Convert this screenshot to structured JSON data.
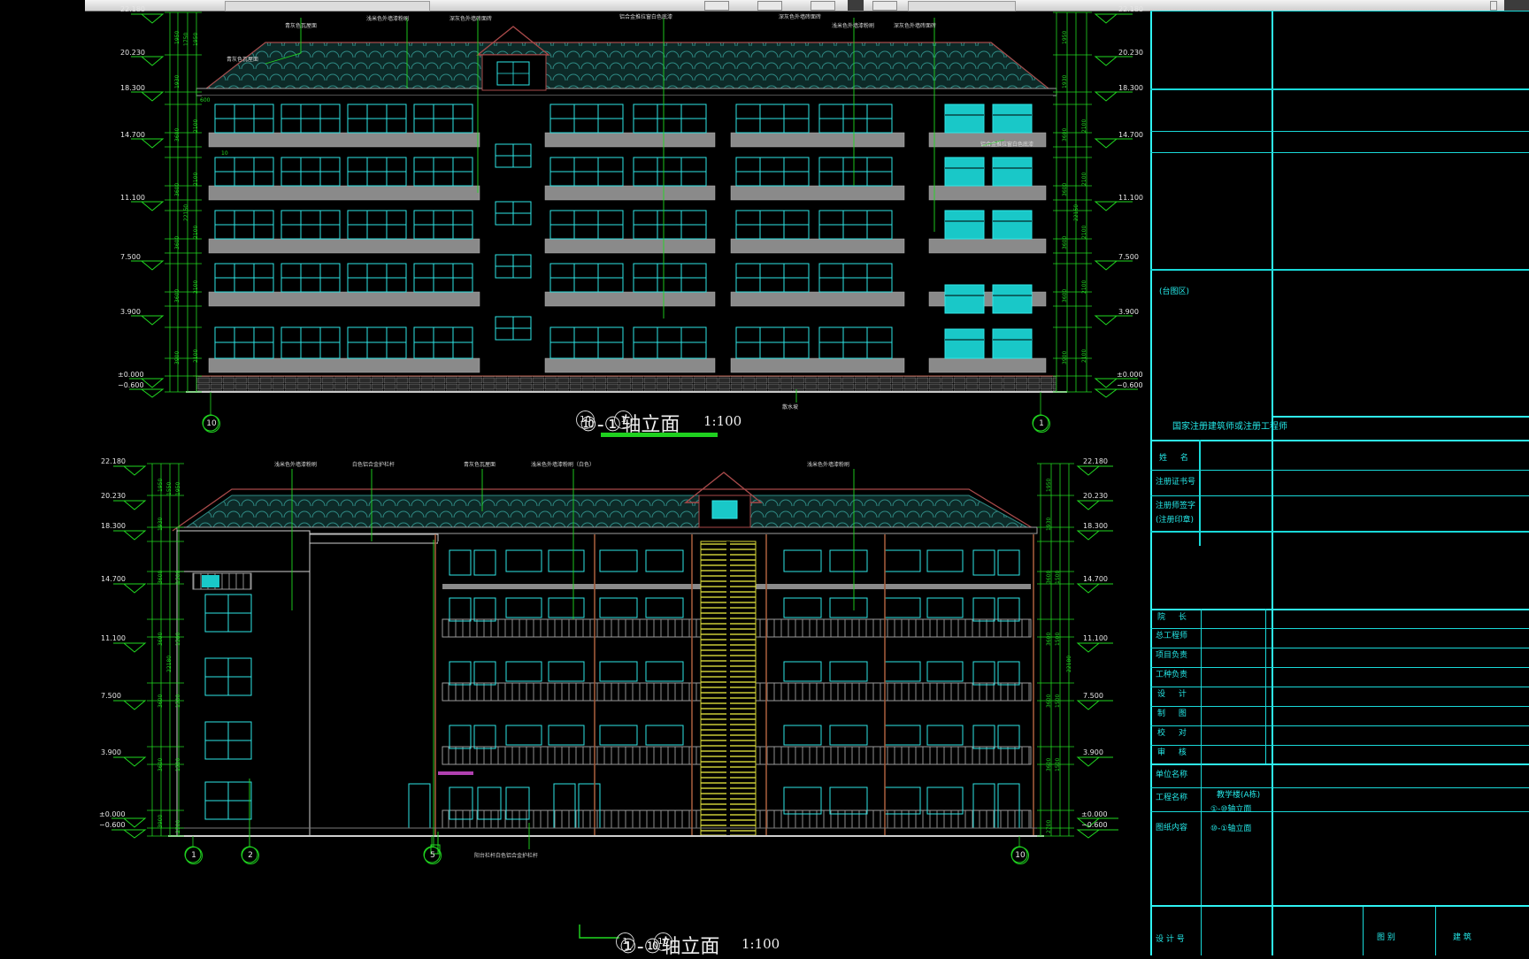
{
  "app": {
    "title": "AutoCAD — Architectural Elevation Drawing",
    "toolbar_visible": true
  },
  "colors": {
    "background": "#000000",
    "green_dim": "#21d921",
    "cyan_window": "#2ee6e6",
    "gray_wall": "#8a8a8a",
    "white_text": "#e6e6e6",
    "roof_red": "#a84a4a",
    "yellow_stair": "#d8d83a",
    "brick": "#9a9a9a"
  },
  "drawings": [
    {
      "id": "elev-top",
      "title": "⑩-①轴立面",
      "scale": "1:100",
      "axis_left": "10",
      "axis_right": "1",
      "levels": [
        {
          "value": "22.180",
          "label": "22.180"
        },
        {
          "value": "20.230",
          "label": "20.230"
        },
        {
          "value": "18.300",
          "label": "18.300"
        },
        {
          "value": "14.700",
          "label": "14.700"
        },
        {
          "value": "11.100",
          "label": "11.100"
        },
        {
          "value": "7.500",
          "label": "7.500"
        },
        {
          "value": "3.900",
          "label": "3.900"
        },
        {
          "value": "0.000",
          "label": "±0.000"
        },
        {
          "value": "-0.600",
          "label": "−0.600"
        }
      ],
      "dim_chain_outer": [
        "1950",
        "1930",
        "3600",
        "3600",
        "3600",
        "3600",
        "3900",
        "600"
      ],
      "dim_chain_inner": [
        "1750",
        "600",
        "1950",
        "600",
        "2100",
        "900",
        "600",
        "2100",
        "900",
        "600",
        "2100",
        "900",
        "600",
        "2100",
        "900",
        "600",
        "2100",
        "900",
        "600"
      ],
      "total_height": "22150",
      "annotations": [
        "青灰色瓦屋面",
        "浅米色外墙漆粉刷",
        "深灰色外墙砖面砖",
        "铝合金推拉窗白色底漆",
        "深灰色外墙砖面砖",
        "浅米色外墙漆粉刷",
        "深灰色外墙砖面砖",
        "散水坡"
      ]
    },
    {
      "id": "elev-bottom",
      "title": "①-⑩轴立面",
      "scale": "1:100",
      "axis_left": "1",
      "axis_right": "10",
      "axis_marks": [
        "1",
        "2",
        "5",
        "10"
      ],
      "levels": [
        {
          "value": "22.180",
          "label": "22.180"
        },
        {
          "value": "20.230",
          "label": "20.230"
        },
        {
          "value": "18.300",
          "label": "18.300"
        },
        {
          "value": "14.700",
          "label": "14.700"
        },
        {
          "value": "11.100",
          "label": "11.100"
        },
        {
          "value": "7.500",
          "label": "7.500"
        },
        {
          "value": "3.900",
          "label": "3.900"
        },
        {
          "value": "0.000",
          "label": "±0.000"
        },
        {
          "value": "-0.600",
          "label": "−0.600"
        }
      ],
      "dim_chain_outer": [
        "1950",
        "1930",
        "3600",
        "3600",
        "3600",
        "3600",
        "3900",
        "2700"
      ],
      "dim_chain_inner": [
        "1550",
        "600",
        "1950",
        "1500",
        "900",
        "1200",
        "1500",
        "900",
        "1200",
        "1500",
        "900",
        "1200",
        "1500",
        "900",
        "1200",
        "2700"
      ],
      "total_height": "22180",
      "annotations": [
        "浅米色外墙漆粉刷",
        "白色铝合金护栏杆",
        "青灰色瓦屋面",
        "浅米色外墙漆粉刷（白色）",
        "浅米色外墙漆粉刷",
        "阳台栏杆白色铝合金护栏杆"
      ]
    }
  ],
  "title_block": {
    "header": "国家注册建筑师或注册工程师",
    "side_note": "(台图区)",
    "registry_rows": [
      {
        "label": "姓    名",
        "value": ""
      },
      {
        "label": "注册证书号",
        "value": ""
      },
      {
        "label": "注册师签字",
        "value": ""
      },
      {
        "label": "(注册印章)",
        "value": ""
      }
    ],
    "signature_rows": [
      {
        "label": "院    长",
        "value": "",
        "value2": ""
      },
      {
        "label": "总工程师",
        "value": "",
        "value2": ""
      },
      {
        "label": "项目负责",
        "value": "",
        "value2": ""
      },
      {
        "label": "工种负责",
        "value": "",
        "value2": ""
      },
      {
        "label": "设    计",
        "value": "",
        "value2": ""
      },
      {
        "label": "制    图",
        "value": "",
        "value2": ""
      },
      {
        "label": "校    对",
        "value": "",
        "value2": ""
      },
      {
        "label": "审    核",
        "value": "",
        "value2": ""
      }
    ],
    "project_rows": [
      {
        "label": "单位名称",
        "value": ""
      },
      {
        "label": "工程名称",
        "value": "教学楼(A栋)"
      }
    ],
    "content_label": "图纸内容",
    "content_items": [
      "①-⑩轴立面",
      "⑩-①轴立面"
    ],
    "footer": [
      {
        "label": "设 计 号",
        "value": ""
      },
      {
        "label": "图    别",
        "value": ""
      },
      {
        "label": "建    筑",
        "value": ""
      }
    ]
  }
}
